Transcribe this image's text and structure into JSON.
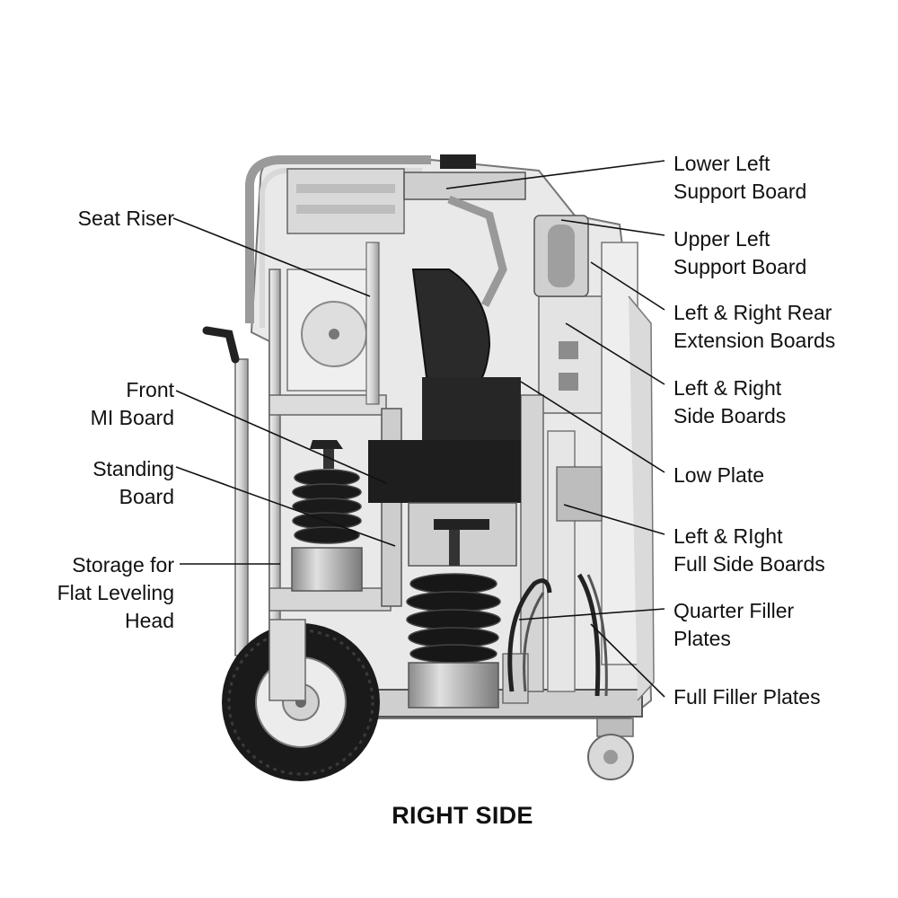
{
  "caption": "RIGHT SIDE",
  "colors": {
    "ink": "#111111",
    "metal_light": "#e4e4e4",
    "metal_mid": "#b5b5b5",
    "metal_dark": "#6e6e6e",
    "rubber": "#1c1c1c"
  },
  "labels": {
    "seat_riser": [
      "Seat Riser"
    ],
    "front_mi_board": [
      "Front",
      "MI Board"
    ],
    "standing_board": [
      "Standing",
      "Board"
    ],
    "storage_flat_leveling_head": [
      "Storage for",
      "Flat Leveling",
      "Head"
    ],
    "lower_left_support_board": [
      "Lower Left",
      "Support Board"
    ],
    "upper_left_support_board": [
      "Upper Left",
      "Support Board"
    ],
    "rear_extension_boards": [
      "Left & Right Rear",
      "Extension Boards"
    ],
    "side_boards": [
      "Left & Right",
      "Side Boards"
    ],
    "low_plate": [
      "Low Plate"
    ],
    "full_side_boards": [
      "Left & RIght",
      "Full Side Boards"
    ],
    "quarter_filler_plates": [
      "Quarter Filler",
      "Plates"
    ],
    "full_filler_plates": [
      "Full Filler Plates"
    ]
  }
}
